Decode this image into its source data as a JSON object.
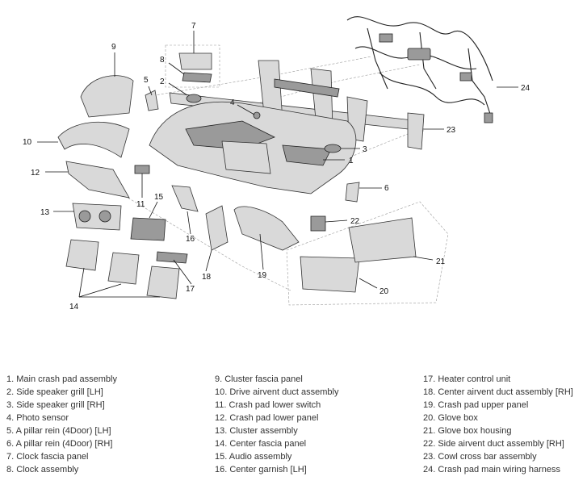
{
  "callouts": {
    "c1": "1",
    "c2": "2",
    "c3": "3",
    "c4": "4",
    "c5": "5",
    "c6": "6",
    "c7": "7",
    "c8": "8",
    "c9": "9",
    "c10": "10",
    "c11": "11",
    "c12": "12",
    "c13": "13",
    "c14": "14",
    "c15": "15",
    "c16": "16",
    "c17": "17",
    "c18": "18",
    "c19": "19",
    "c20": "20",
    "c21": "21",
    "c22": "22",
    "c23": "23",
    "c24": "24"
  },
  "legend": {
    "col1": [
      "1. Main crash pad assembly",
      "2. Side speaker grill [LH]",
      "3. Side speaker grill [RH]",
      "4. Photo sensor",
      "5. A pillar rein (4Door) [LH]",
      "6. A pillar rein (4Door) [RH]",
      "7. Clock fascia panel",
      "8. Clock assembly"
    ],
    "col2": [
      "9. Cluster fascia panel",
      "10. Drive airvent duct assembly",
      "11. Crash pad lower switch",
      "12. Crash pad lower panel",
      "13. Cluster assembly",
      "14. Center fascia panel",
      "15. Audio assembly",
      "16. Center garnish [LH]"
    ],
    "col3": [
      "17. Heater control unit",
      "18. Center airvent duct assembly [RH]",
      "19. Crash pad upper panel",
      "20. Glove box",
      "21. Glove box housing",
      "22. Side airvent duct assembly [RH]",
      "23. Cowl cross bar assembly",
      "24. Crash pad main wiring harness"
    ]
  }
}
